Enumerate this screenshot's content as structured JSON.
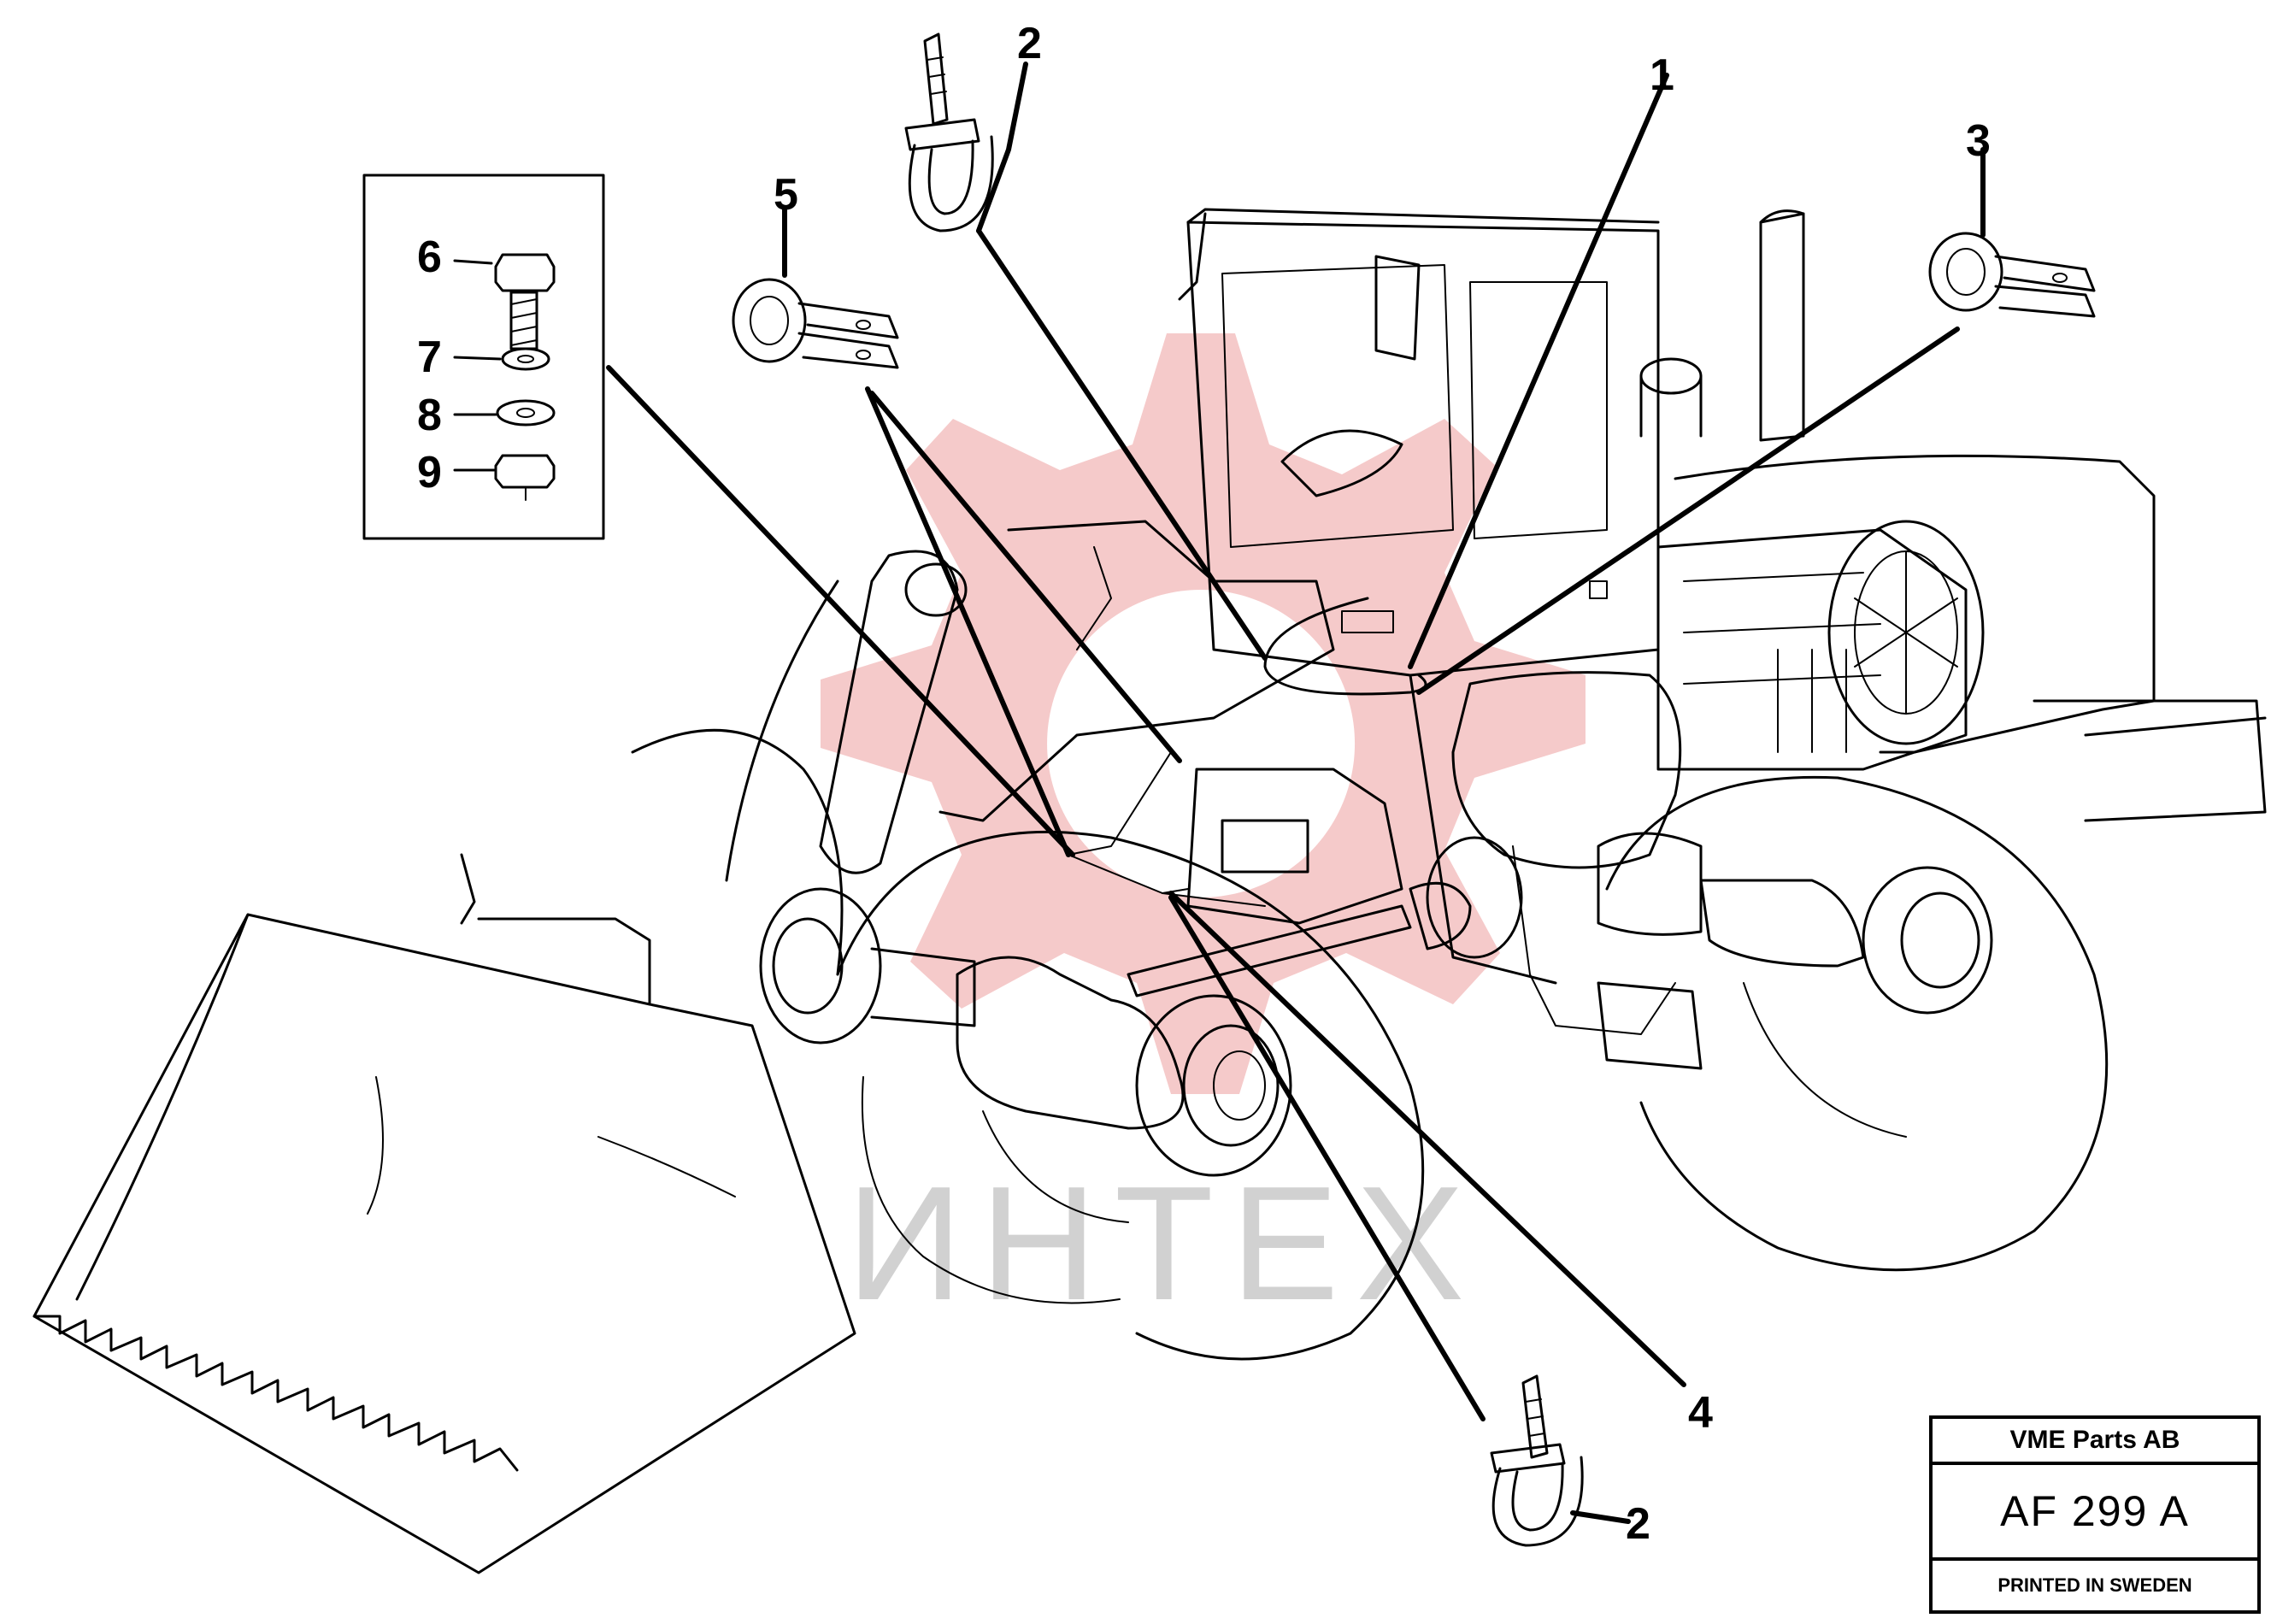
{
  "callouts": {
    "c1": "1",
    "c2_top": "2",
    "c2_bottom": "2",
    "c3": "3",
    "c4": "4",
    "c5": "5",
    "c6": "6",
    "c7": "7",
    "c8": "8",
    "c9": "9"
  },
  "watermark": {
    "text": "ИНТЕХ",
    "gear_color": "#f2b8b8"
  },
  "title_block": {
    "company": "VME Parts AB",
    "drawing_code": "AF 299 A",
    "printed": "PRINTED IN SWEDEN"
  },
  "colors": {
    "line": "#000000",
    "background": "#ffffff"
  }
}
